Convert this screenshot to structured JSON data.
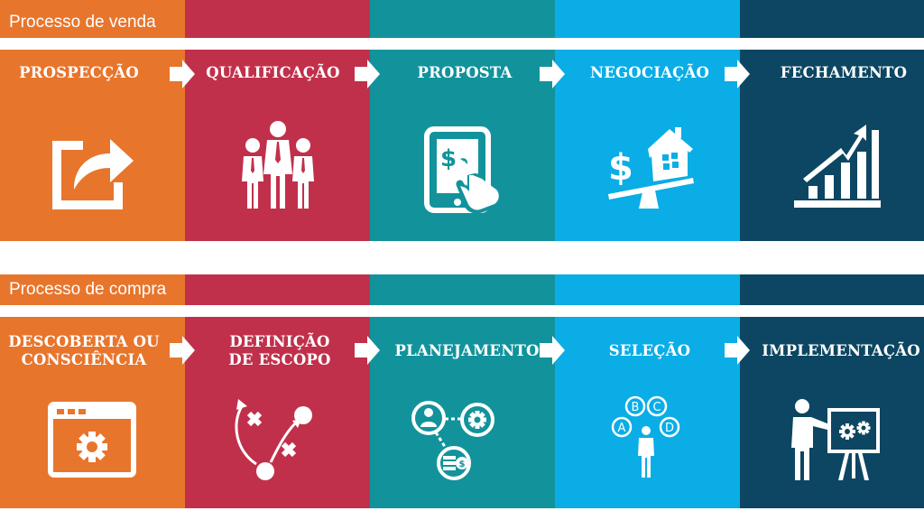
{
  "sales": {
    "label": "Processo de venda",
    "steps": [
      {
        "title": "PROSPECÇÃO",
        "icon": "share-out-icon",
        "color": "#E8752C"
      },
      {
        "title": "QUALIFICAÇÃO",
        "icon": "business-team-icon",
        "color": "#C1304B"
      },
      {
        "title": "PROPOSTA",
        "icon": "tablet-dollar-icon",
        "color": "#12939C"
      },
      {
        "title": "NEGOCIAÇÃO",
        "icon": "balance-house-dollar-icon",
        "color": "#0AADE6"
      },
      {
        "title": "FECHAMENTO",
        "icon": "growth-chart-icon",
        "color": "#0C4662"
      }
    ]
  },
  "purchase": {
    "label": "Processo de compra",
    "steps": [
      {
        "title": "DESCOBERTA OU CONSCIÊNCIA",
        "title_line1": "DESCOBERTA OU",
        "title_line2": "CONSCIÊNCIA",
        "icon": "browser-gear-icon",
        "color": "#E8752C"
      },
      {
        "title": "DEFINIÇÃO DE ESCOPO",
        "title_line1": "DEFINIÇÃO",
        "title_line2": "DE ESCOPO",
        "icon": "strategy-play-icon",
        "color": "#C1304B"
      },
      {
        "title": "PLANEJAMENTO",
        "icon": "planning-network-icon",
        "color": "#12939C"
      },
      {
        "title": "SELEÇÃO",
        "icon": "abcd-choice-icon",
        "color": "#0AADE6"
      },
      {
        "title": "IMPLEMENTAÇÃO",
        "icon": "presenter-board-icon",
        "color": "#0C4662"
      }
    ],
    "choices": [
      "A",
      "B",
      "C",
      "D"
    ],
    "dollar": "$"
  }
}
